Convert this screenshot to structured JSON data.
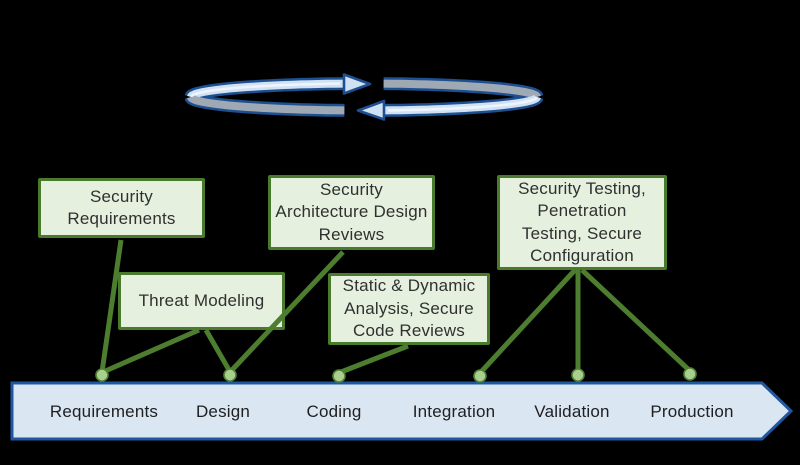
{
  "colors": {
    "background": "#000000",
    "loop_border": "#1d4f91",
    "loop_front": "#cfe1f3",
    "loop_back": "#9ea9b3",
    "loop_sheen": "#eef4fb",
    "box_border": "#4a7b2c",
    "box_fill": "#e6f0df",
    "box_text": "#303030",
    "connector": "#4d7d2e",
    "dot_fill": "#a8cf8e",
    "dot_border": "#548235",
    "bar_fill": "#dbe6f3",
    "bar_border": "#2058a0",
    "bar_text": "#202020"
  },
  "icons": {
    "cycle_forward": "right-arrowhead",
    "cycle_backward": "left-arrowhead",
    "flow": "right-block-arrow"
  },
  "activities": [
    {
      "label": "Security\nRequirements"
    },
    {
      "label": "Threat Modeling"
    },
    {
      "label": "Security\nArchitecture Design\nReviews"
    },
    {
      "label": "Static & Dynamic\nAnalysis, Secure\nCode Reviews"
    },
    {
      "label": "Security Testing,\nPenetration\nTesting, Secure\nConfiguration"
    }
  ],
  "phases": [
    "Requirements",
    "Design",
    "Coding",
    "Integration",
    "Validation",
    "Production"
  ]
}
